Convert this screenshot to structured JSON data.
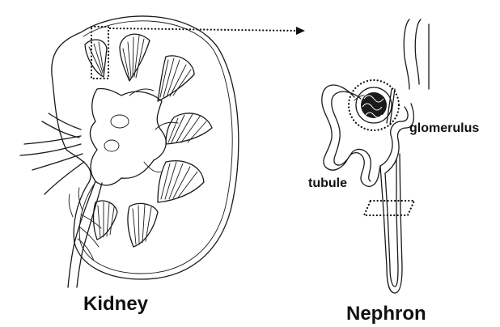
{
  "labels": {
    "kidney": "Kidney",
    "nephron": "Nephron",
    "glomerulus": "glomerulus",
    "tubule": "tubule"
  },
  "colors": {
    "ink": "#1a1a1a",
    "background": "#ffffff"
  }
}
